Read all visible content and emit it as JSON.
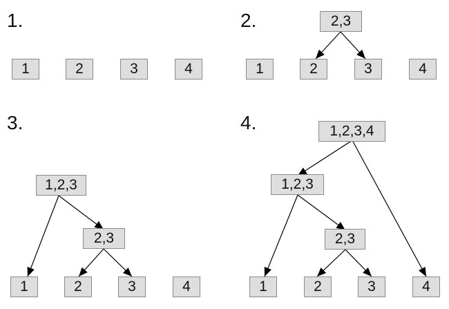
{
  "panels": [
    {
      "label": "1.",
      "nodes": [
        "1",
        "2",
        "3",
        "4"
      ]
    },
    {
      "label": "2.",
      "nodes": [
        "2,3",
        "1",
        "2",
        "3",
        "4"
      ]
    },
    {
      "label": "3.",
      "nodes": [
        "1,2,3",
        "2,3",
        "1",
        "2",
        "3",
        "4"
      ]
    },
    {
      "label": "4.",
      "nodes": [
        "1,2,3,4",
        "1,2,3",
        "2,3",
        "1",
        "2",
        "3",
        "4"
      ]
    }
  ],
  "colors": {
    "node_fill": "#dedede",
    "node_border": "#8a8a8a",
    "edge": "#000000"
  }
}
